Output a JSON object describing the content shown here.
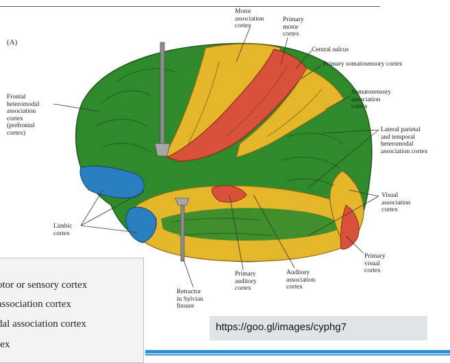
{
  "panel_label": "(A)",
  "labels": {
    "motor_assoc": "Motor\nassociation\ncortex",
    "primary_motor": "Primary\nmotor\ncortex",
    "central_sulcus": "Central sulcus",
    "primary_somato": "Primary somatosensory cortex",
    "somato_assoc": "Somatosensory\nassociation\ncortex",
    "frontal": "Frontal\nheteromodal\nassociation\ncortex\n(prefrontal\ncortex)",
    "lateral_parietal": "Lateral parietal\nand temporal\nheteromodal\nassociation cortex",
    "visual_assoc": "Visual\nassociation\ncortex",
    "limbic": "Limbic\ncortex",
    "primary_visual": "Primary\nvisual\ncortex",
    "retractor": "Retractor\nin Sylvian\nfissure",
    "primary_auditory": "Primary\nauditory\ncortex",
    "auditory_assoc": "Auditory\nassociation\ncortex"
  },
  "legend": {
    "row1": "otor or sensory cortex",
    "row2": "association cortex",
    "row3": "dal association cortex",
    "row4": "tex"
  },
  "source_url": "https://goo.gl/images/cyphg7",
  "colors": {
    "green": "#2f8a2c",
    "yellow": "#e6b62a",
    "red": "#d9513a",
    "blue": "#2a7fc0",
    "accent_bar": "#2e8fd6"
  }
}
